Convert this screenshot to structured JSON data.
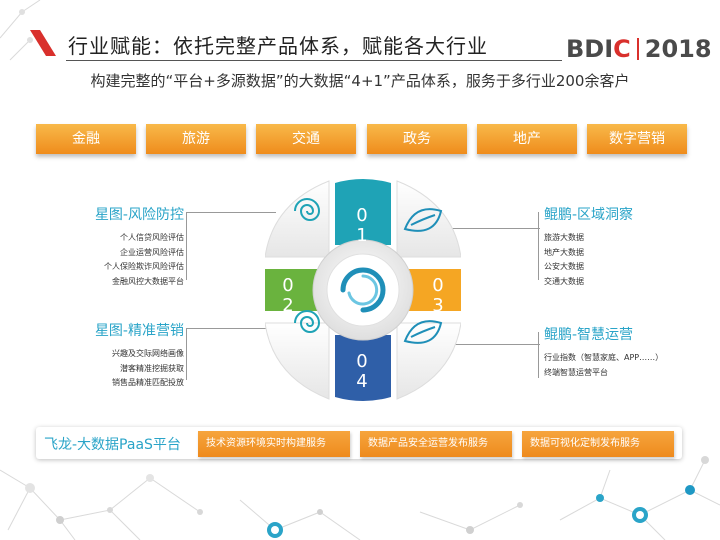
{
  "header": {
    "title": "行业赋能：依托完整产品体系，赋能各大行业",
    "logo_brand_a": "BDI",
    "logo_brand_b": "C",
    "logo_year": "2018"
  },
  "subtitle": "构建完整的“平台+多源数据”的大数据“4+1”产品体系，服务于多行业200余客户",
  "industries": [
    "金融",
    "旅游",
    "交通",
    "政务",
    "地产",
    "数字营销"
  ],
  "groups": {
    "top_left": {
      "title": "星图-风险防控",
      "items": [
        "个人信贷风险评估",
        "企业运营风险评估",
        "个人保险欺诈风险评估",
        "金融风控大数据平台"
      ]
    },
    "bottom_left": {
      "title": "星图-精准营销",
      "items": [
        "兴趣及交际网络画像",
        "潜客精准挖掘获取",
        "销售品精准匹配投放"
      ]
    },
    "top_right": {
      "title": "鲲鹏-区域洞察",
      "items": [
        "旅游大数据",
        "地产大数据",
        "公安大数据",
        "交通大数据"
      ]
    },
    "bottom_right": {
      "title": "鲲鹏-智慧运营",
      "items": [
        "行业指数（智慧家庭、APP……）",
        "终端智慧运营平台"
      ]
    }
  },
  "wheel": {
    "numbers": [
      "0\n1",
      "0\n2",
      "0\n3",
      "0\n4"
    ]
  },
  "platform": {
    "title": "飞龙-大数据PaaS平台",
    "services": [
      "技术资源环境实时构建服务",
      "数据产品安全运营发布服务",
      "数据可视化定制发布服务"
    ]
  },
  "colors": {
    "accent_blue": "#2aa4c8",
    "orange": "#ef8c1c",
    "teal": "#1fa3b6",
    "green": "#6ab33e",
    "yellow": "#f5a623",
    "navy": "#2f5fa8",
    "logo_red": "#d9302c"
  },
  "icons": {
    "center": "ring-swirl-icon",
    "left": "spiral-icon",
    "right": "leaf-icon"
  }
}
